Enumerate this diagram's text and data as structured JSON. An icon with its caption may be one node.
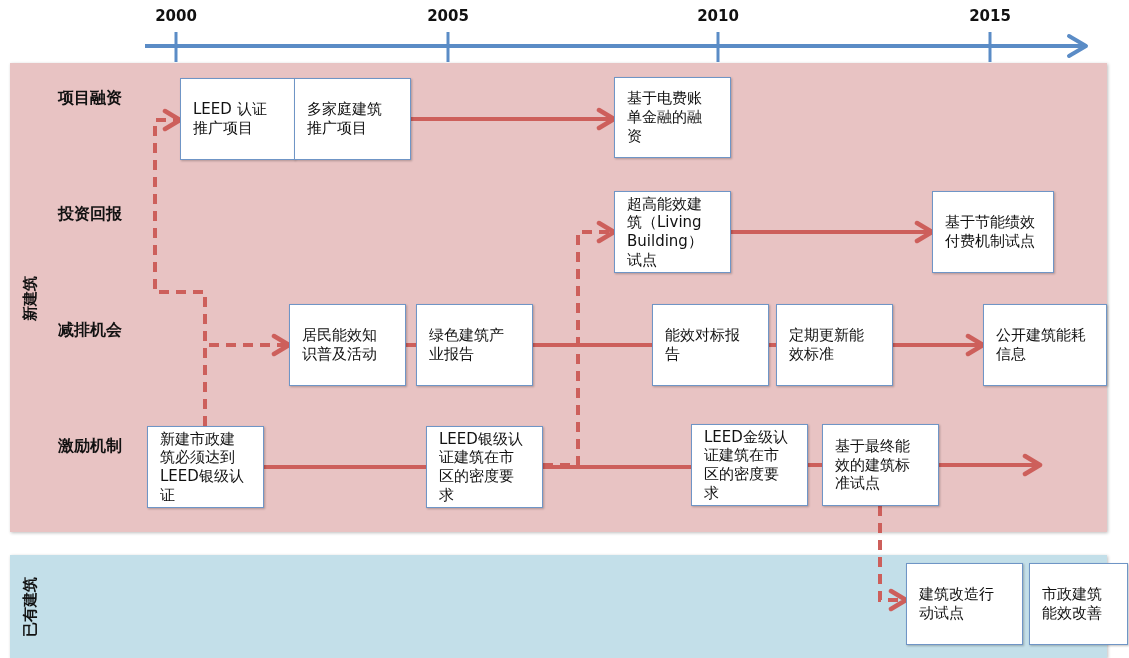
{
  "diagram": {
    "nodes": [
      {
        "text": [
          "新建筑"
        ]
      },
      {
        "text": [
          "LEED 认证推广项目"
        ],
        "in": 0
      },
      {
        "text": [
          "多家庭建筑推广项目"
        ],
        "in": 0
      },
      {
        "text": [
          "基于电费账单金融的融资"
        ],
        "in": 0
      },
      {
        "text": [
          "超高能效建筑（Living Building）试点"
        ],
        "in": 0
      },
      {
        "text": [
          "基于节能绩效付费机制试点"
        ],
        "in": 0
      },
      {
        "text": [
          "居民能效知识普及活动"
        ],
        "in": 0
      },
      {
        "text": [
          "绿色建筑产业报告"
        ],
        "in": 0
      },
      {
        "text": [
          "能效对标报告"
        ],
        "in": 0
      },
      {
        "text": [
          "定期更新能效标准"
        ],
        "in": 0
      },
      {
        "text": [
          "公开建筑能耗信息"
        ],
        "in": 0
      },
      {
        "text": [
          "新建市政建筑必须达到LEED银级认证"
        ],
        "in": 0
      },
      {
        "text": [
          "LEED银级认证建筑在市区的密度要求"
        ],
        "in": 0
      },
      {
        "text": [
          "LEED金级认证建筑在市区的密度要求"
        ],
        "in": 0
      },
      {
        "text": [
          "基于最终能效的建筑标准试点"
        ],
        "in": 0
      },
      {
        "text": [
          "已有建筑"
        ]
      },
      {
        "text": [
          "建筑改造行动试点"
        ],
        "in": 15
      },
      {
        "text": [
          "市政建筑能效改善"
        ]
      }
    ],
    "edges": [
      {
        "from": 2,
        "to": 3,
        "arrow": "to"
      },
      {
        "from": 4,
        "to": 5,
        "arrow": "to"
      },
      {
        "from": 6,
        "to": 7,
        "arrow": "none"
      },
      {
        "from": 7,
        "to": 8,
        "arrow": "none"
      },
      {
        "from": 8,
        "to": 9,
        "arrow": "none"
      },
      {
        "from": 9,
        "to": 10,
        "arrow": "to"
      },
      {
        "from": 11,
        "to": 12,
        "arrow": "none"
      },
      {
        "from": 12,
        "to": 13,
        "arrow": "none"
      },
      {
        "from": 13,
        "to": 14,
        "arrow": "none"
      },
      {
        "from": 14,
        "to": null,
        "arrow": "to"
      },
      {
        "from": 11,
        "to": 6,
        "arrow": "to",
        "style": "dashed"
      },
      {
        "from": 11,
        "to": 1,
        "arrow": "to",
        "style": "dashed"
      },
      {
        "from": 12,
        "to": 4,
        "arrow": "to",
        "style": "dashed"
      },
      {
        "from": 14,
        "to": 16,
        "arrow": "to",
        "style": "dashed"
      }
    ],
    "labels": [
      "2000",
      "2005",
      "2010",
      "2015",
      "项目融资",
      "投资回报",
      "减排机会",
      "激励机制"
    ]
  }
}
